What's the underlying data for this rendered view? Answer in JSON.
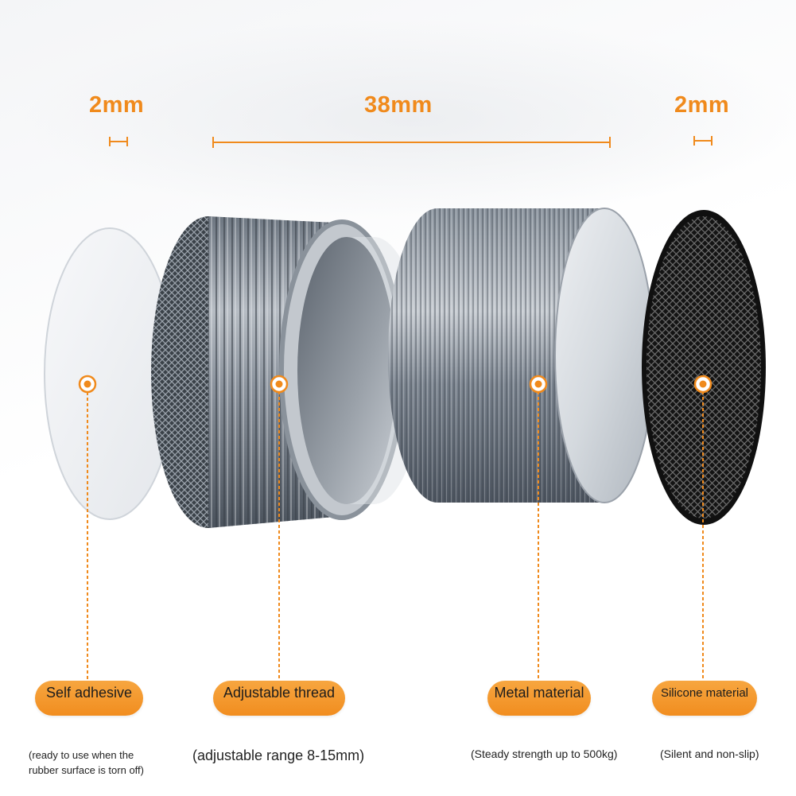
{
  "dimensions": {
    "left_thickness": "2mm",
    "center_length": "38mm",
    "right_thickness": "2mm"
  },
  "callouts": [
    {
      "label": "Self adhesive",
      "note_line1": "(ready to use when the",
      "note_line2": "rubber surface is torn off)"
    },
    {
      "label": "Adjustable thread",
      "note": "(adjustable range 8-15mm)"
    },
    {
      "label": "Metal material",
      "note": "(Steady strength up to 500kg)"
    },
    {
      "label": "Silicone material",
      "note": "(Silent and non-slip)"
    }
  ],
  "colors": {
    "accent": "#f08a1c",
    "pill": "#f39a2c",
    "metal_dark": "#5b6470",
    "metal_light": "#d8dde3",
    "mesh": "#1a1a1a"
  }
}
